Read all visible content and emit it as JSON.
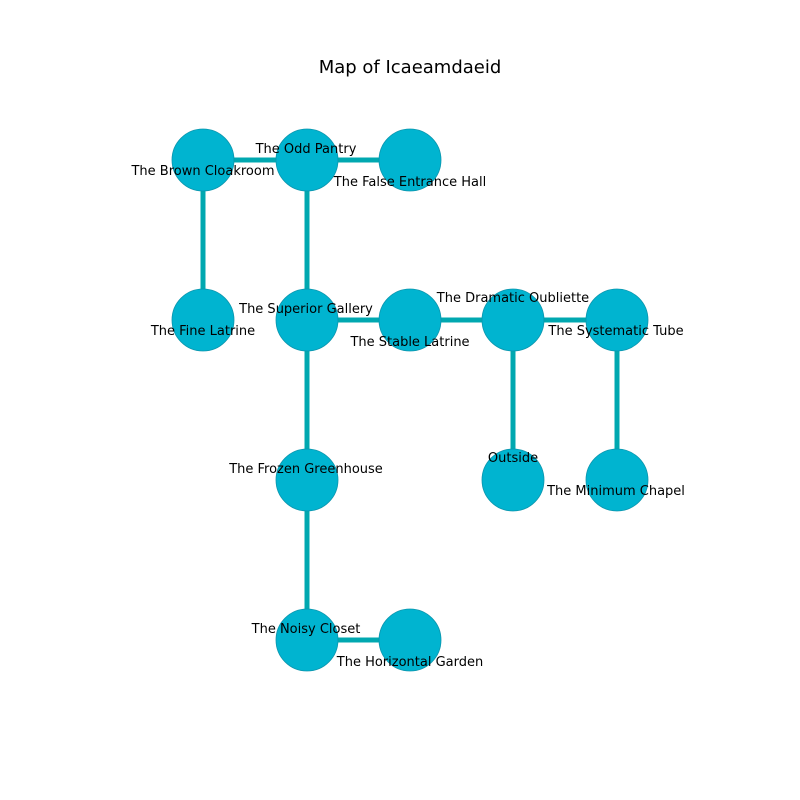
{
  "title": "Map of Icaeamdaeid",
  "colors": {
    "node_fill": "#00b4d0",
    "node_stroke": "#0a95ad",
    "edge": "#00a8b0",
    "text": "#000000",
    "background": "#ffffff"
  },
  "rooms": [
    {
      "id": "brown_cloakroom",
      "label": "The Brown Cloakroom"
    },
    {
      "id": "odd_pantry",
      "label": "The Odd Pantry"
    },
    {
      "id": "false_entrance_hall",
      "label": "The False Entrance Hall"
    },
    {
      "id": "fine_latrine",
      "label": "The Fine Latrine"
    },
    {
      "id": "superior_gallery",
      "label": "The Superior Gallery"
    },
    {
      "id": "stable_latrine",
      "label": "The Stable Latrine"
    },
    {
      "id": "dramatic_oubliette",
      "label": "The Dramatic Oubliette"
    },
    {
      "id": "systematic_tube",
      "label": "The Systematic Tube"
    },
    {
      "id": "frozen_greenhouse",
      "label": "The Frozen Greenhouse"
    },
    {
      "id": "outside",
      "label": "Outside"
    },
    {
      "id": "minimum_chapel",
      "label": "The Minimum Chapel"
    },
    {
      "id": "noisy_closet",
      "label": "The Noisy Closet"
    },
    {
      "id": "horizontal_garden",
      "label": "The Horizontal Garden"
    }
  ],
  "connections": [
    [
      "brown_cloakroom",
      "odd_pantry"
    ],
    [
      "odd_pantry",
      "false_entrance_hall"
    ],
    [
      "brown_cloakroom",
      "fine_latrine"
    ],
    [
      "odd_pantry",
      "superior_gallery"
    ],
    [
      "superior_gallery",
      "stable_latrine"
    ],
    [
      "stable_latrine",
      "dramatic_oubliette"
    ],
    [
      "dramatic_oubliette",
      "systematic_tube"
    ],
    [
      "dramatic_oubliette",
      "outside"
    ],
    [
      "systematic_tube",
      "minimum_chapel"
    ],
    [
      "superior_gallery",
      "frozen_greenhouse"
    ],
    [
      "frozen_greenhouse",
      "noisy_closet"
    ],
    [
      "noisy_closet",
      "horizontal_garden"
    ]
  ]
}
